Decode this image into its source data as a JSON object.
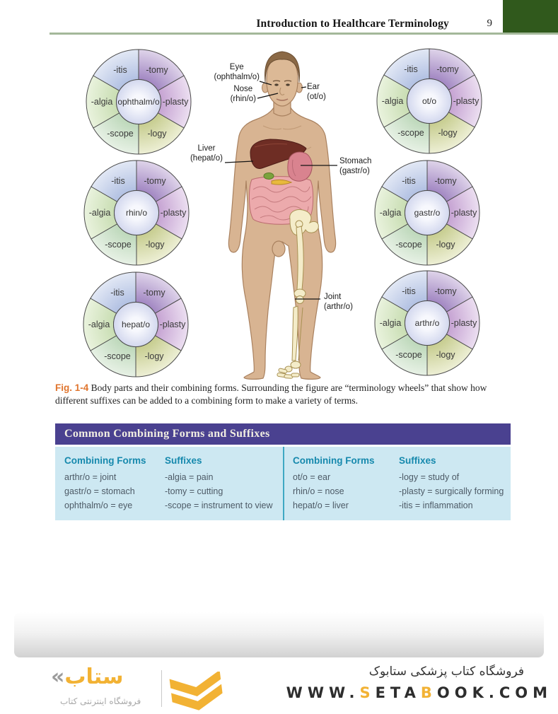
{
  "header": {
    "title": "Introduction to Healthcare Terminology",
    "page_number": "9"
  },
  "figure": {
    "caption_label": "Fig. 1-4",
    "caption_text": " Body parts and their combining forms. Surrounding the figure are “terminology wheels” that show how different suffixes can be added to a combining form to make a variety of terms.",
    "wheel_segments": [
      {
        "label": "-tomy",
        "a0": 0,
        "a1": 60,
        "inner": "#a186c2",
        "outer": "#dfd4ea"
      },
      {
        "label": "-plasty",
        "a0": 60,
        "a1": 120,
        "inner": "#c5a2d2",
        "outer": "#ecdff1"
      },
      {
        "label": "-logy",
        "a0": 120,
        "a1": 180,
        "inner": "#c6cc8e",
        "outer": "#edefd5"
      },
      {
        "label": "-scope",
        "a0": 180,
        "a1": 240,
        "inner": "#bdd8ba",
        "outer": "#e7f1e5"
      },
      {
        "label": "-algia",
        "a0": 240,
        "a1": 300,
        "inner": "#c8ddb2",
        "outer": "#eaf3de"
      },
      {
        "label": "-itis",
        "a0": 300,
        "a1": 360,
        "inner": "#b1c0e2",
        "outer": "#e2e8f5"
      }
    ],
    "wheels": [
      {
        "combining_form": "ophthalm/o"
      },
      {
        "combining_form": "ot/o"
      },
      {
        "combining_form": "rhin/o"
      },
      {
        "combining_form": "gastr/o"
      },
      {
        "combining_form": "hepat/o"
      },
      {
        "combining_form": "arthr/o"
      }
    ],
    "labels": {
      "eye": {
        "line1": "Eye",
        "line2": "(ophthalm/o)"
      },
      "nose": {
        "line1": "Nose",
        "line2": "(rhin/o)"
      },
      "ear": {
        "line1": "Ear",
        "line2": "(ot/o)"
      },
      "liver": {
        "line1": "Liver",
        "line2": "(hepat/o)"
      },
      "stomach": {
        "line1": "Stomach",
        "line2": "(gastr/o)"
      },
      "joint": {
        "line1": "Joint",
        "line2": "(arthr/o)"
      }
    }
  },
  "table": {
    "title": "Common Combining Forms and Suffixes",
    "columns": [
      "Combining Forms",
      "Suffixes",
      "Combining Forms",
      "Suffixes"
    ],
    "rows": [
      [
        "arthr/o = joint",
        "-algia = pain",
        "ot/o = ear",
        "-logy = study of"
      ],
      [
        "gastr/o = stomach",
        "-tomy = cutting",
        "rhin/o = nose",
        "-plasty = surgically forming"
      ],
      [
        "ophthalm/o = eye",
        "-scope = instrument to view",
        "hepat/o = liver",
        "-itis = inflammation"
      ]
    ]
  },
  "footer": {
    "logo_mark": "«",
    "logo_word": "ستاب",
    "logo_subtitle": "فروشگاه اینترنتی کتاب",
    "tagline": "فروشگاه کتاب پزشکی ستابوک",
    "website_parts": [
      {
        "text": "WWW.",
        "accent": false
      },
      {
        "text": "S",
        "accent": true
      },
      {
        "text": "ETA",
        "accent": false
      },
      {
        "text": "B",
        "accent": true
      },
      {
        "text": "OOK.COM",
        "accent": false
      }
    ]
  },
  "colors": {
    "header_green": "#30591c",
    "rule_green": "#a4b89a",
    "table_header_purple": "#4a4190",
    "table_body_blue": "#cde8f2",
    "table_teal": "#1689ad",
    "caption_orange": "#e0752e",
    "footer_yellow": "#f2b234"
  }
}
